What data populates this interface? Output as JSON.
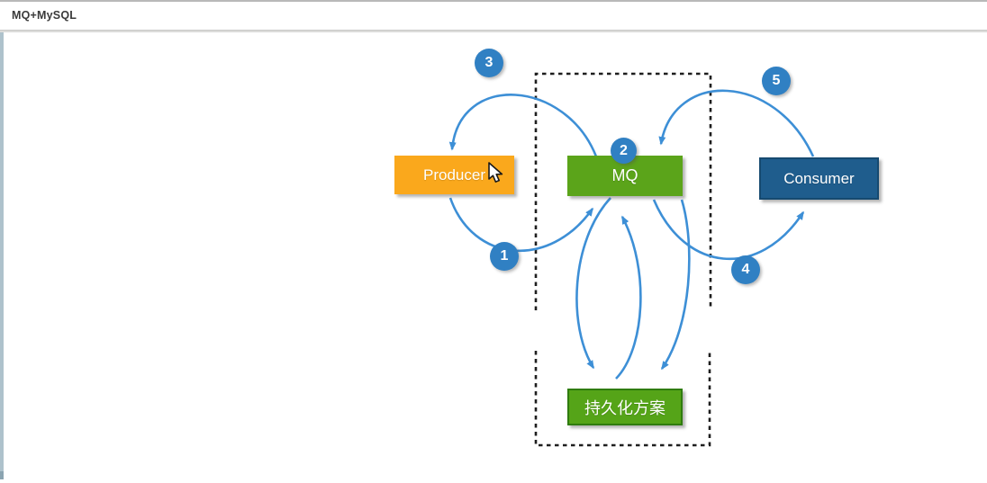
{
  "window": {
    "title": "MQ+MySQL"
  },
  "diagram": {
    "nodes": {
      "producer": {
        "label": "Producer",
        "color": "#faa81c"
      },
      "mq": {
        "label": "MQ",
        "color": "#5ba41a"
      },
      "consumer": {
        "label": "Consumer",
        "color": "#1f5d8d"
      },
      "persistence": {
        "label": "持久化方案",
        "color": "#55a418"
      }
    },
    "steps": {
      "s1": "1",
      "s2": "2",
      "s3": "3",
      "s4": "4",
      "s5": "5"
    },
    "flows": [
      "producer -> mq (1)",
      "mq receive (2)",
      "mq -> producer (3)",
      "mq -> consumer (4)",
      "consumer -> mq (5)",
      "mq <-> persistence"
    ],
    "colors": {
      "step_badge": "#3080c3",
      "arrow": "#3d8fd6",
      "dashed_border": "#1e1e1e"
    }
  }
}
